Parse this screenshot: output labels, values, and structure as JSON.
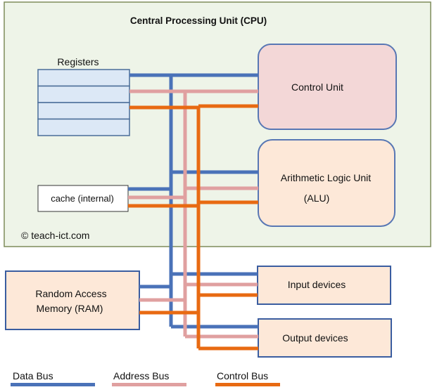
{
  "title": "Central Processing Unit (CPU)",
  "registers": {
    "label": "Registers"
  },
  "cache": {
    "label": "cache (internal)"
  },
  "watermark": "© teach-ict.com",
  "control_unit": {
    "label": "Control Unit"
  },
  "alu": {
    "line1": "Arithmetic Logic Unit",
    "line2": "(ALU)"
  },
  "ram": {
    "line1": "Random Access",
    "line2": "Memory (RAM)"
  },
  "input_devices": {
    "label": "Input devices"
  },
  "output_devices": {
    "label": "Output devices"
  },
  "legend": [
    {
      "label": "Data Bus",
      "color": "#4a72b8"
    },
    {
      "label": "Address Bus",
      "color": "#e0a0a0"
    },
    {
      "label": "Control Bus",
      "color": "#e86a12"
    }
  ],
  "colors": {
    "cpu_fill": "#eef4e8",
    "cpu_border": "#7e8c5a",
    "register_fill": "#dce8f6",
    "register_border": "#4a6d98",
    "control_unit_fill": "#f3d7d7",
    "unit_border": "#5877b4",
    "alu_fill": "#fde8d8",
    "device_fill": "#fde8d8",
    "device_border": "#3a5da0",
    "cache_border": "#333333"
  }
}
